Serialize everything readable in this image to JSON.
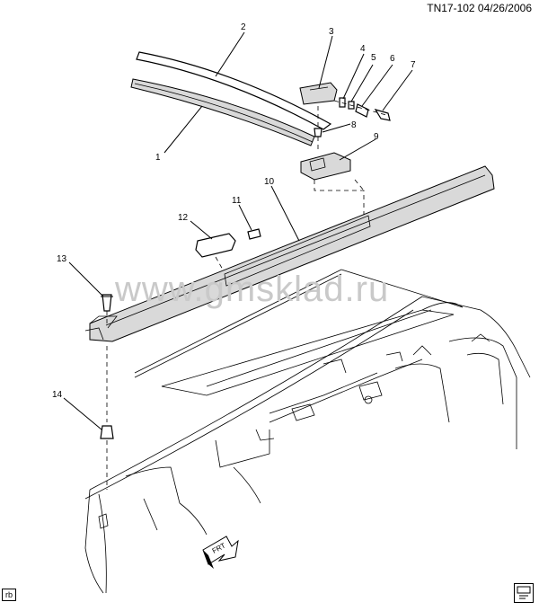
{
  "header": {
    "code": "TN17-102  04/26/2006"
  },
  "watermark": {
    "text": "www.gmsklad.ru"
  },
  "corner_tag": {
    "text": "rb"
  },
  "callouts": [
    "1",
    "2",
    "3",
    "4",
    "5",
    "6",
    "7",
    "8",
    "9",
    "10",
    "11",
    "12",
    "13",
    "14"
  ],
  "front_arrow": {
    "text": "FRT"
  }
}
